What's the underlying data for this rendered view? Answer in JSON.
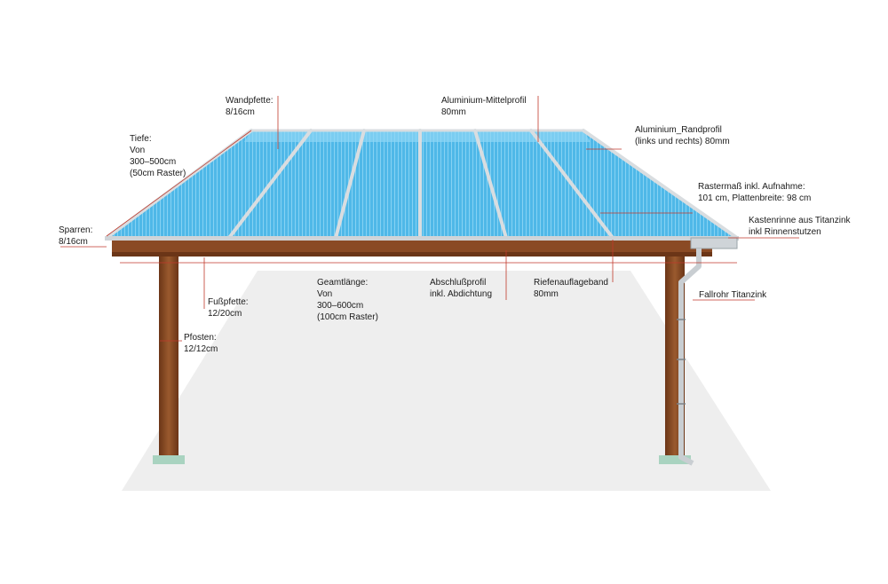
{
  "labels": {
    "wandpfette": [
      "Wandpfette:",
      "8/16cm"
    ],
    "mittelprofil": [
      "Aluminium-Mittelprofil",
      "80mm"
    ],
    "randprofil": [
      "Aluminium_Randprofil",
      "(links und rechts) 80mm"
    ],
    "tiefe": [
      "Tiefe:",
      "Von",
      "300–500cm",
      "(50cm Raster)"
    ],
    "rastermass": [
      "Rastermaß inkl. Aufnahme:",
      "101 cm, Plattenbreite: 98 cm"
    ],
    "kastenrinne": [
      "Kastenrinne aus Titanzink",
      "inkl Rinnenstutzen"
    ],
    "sparren": [
      "Sparren:",
      "8/16cm"
    ],
    "gesamtlaenge": [
      "Geamtlänge:",
      "Von",
      "300–600cm",
      "(100cm Raster)"
    ],
    "abschlussprofil": [
      "Abschlußprofil",
      "inkl. Abdichtung"
    ],
    "riefenauflageband": [
      "Riefenauflageband",
      "80mm"
    ],
    "fallrohr": [
      "Fallrohr Titanzink"
    ],
    "fusspfette": [
      "Fußpfette:",
      "12/20cm"
    ],
    "pfosten": [
      "Pfosten:",
      "12/12cm"
    ]
  },
  "colors": {
    "wood": "#8a4a24",
    "wood_dark": "#6b3517",
    "panel": "#4fb8e8",
    "panel_light": "#8fd6f5",
    "profile": "#d9dde0",
    "ground": "#eeeeee",
    "base": "#a9d3c0",
    "leader": "#c0392b"
  }
}
